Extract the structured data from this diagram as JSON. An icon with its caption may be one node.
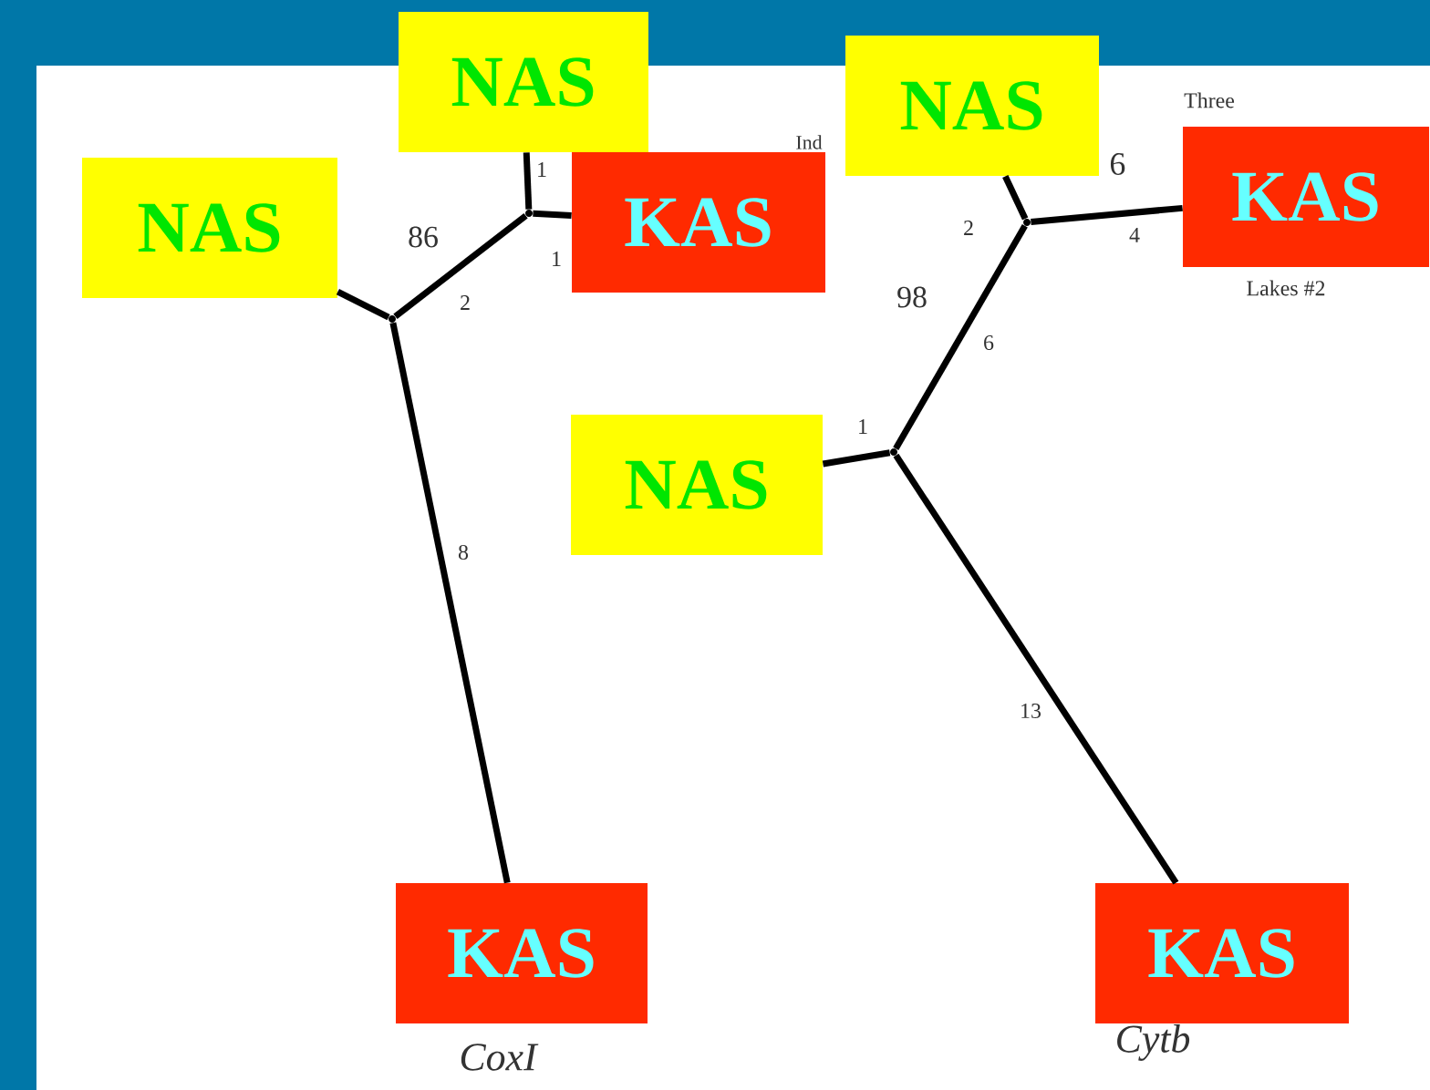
{
  "diagram": {
    "nodes": [
      {
        "text": [
          "NAS"
        ]
      },
      {
        "text": [
          "NAS"
        ]
      },
      {
        "text": [
          "KAS"
        ]
      },
      {
        "text": [],
        "shape": "circle"
      },
      {
        "text": [],
        "shape": "circle"
      },
      {
        "text": [
          "KAS"
        ]
      },
      {
        "text": [
          "NAS"
        ]
      },
      {
        "text": [
          "KAS"
        ]
      },
      {
        "text": [],
        "shape": "circle"
      },
      {
        "text": [],
        "shape": "circle"
      },
      {
        "text": [
          "NAS"
        ]
      },
      {
        "text": [
          "KAS"
        ]
      }
    ],
    "edges": [
      {
        "from": 3,
        "to": 0,
        "arrow": "none",
        "label": "1"
      },
      {
        "from": 3,
        "to": 2,
        "arrow": "none",
        "label": "1"
      },
      {
        "from": 4,
        "to": 3,
        "arrow": "none",
        "label": "2"
      },
      {
        "from": 4,
        "to": 1,
        "arrow": "none"
      },
      {
        "from": 4,
        "to": 5,
        "arrow": "none",
        "label": "8"
      },
      {
        "from": 8,
        "to": 6,
        "arrow": "none",
        "label": "2"
      },
      {
        "from": 8,
        "to": 7,
        "arrow": "none",
        "label": "4"
      },
      {
        "from": 9,
        "to": 8,
        "arrow": "none",
        "label": "6"
      },
      {
        "from": 9,
        "to": 10,
        "arrow": "none",
        "label": "1"
      },
      {
        "from": 9,
        "to": 11,
        "arrow": "none",
        "label": "13"
      }
    ],
    "labels": [
      "86",
      "Ind",
      "6",
      "Three",
      "98",
      "Lakes #2",
      "CoxI",
      "Cytb"
    ]
  }
}
